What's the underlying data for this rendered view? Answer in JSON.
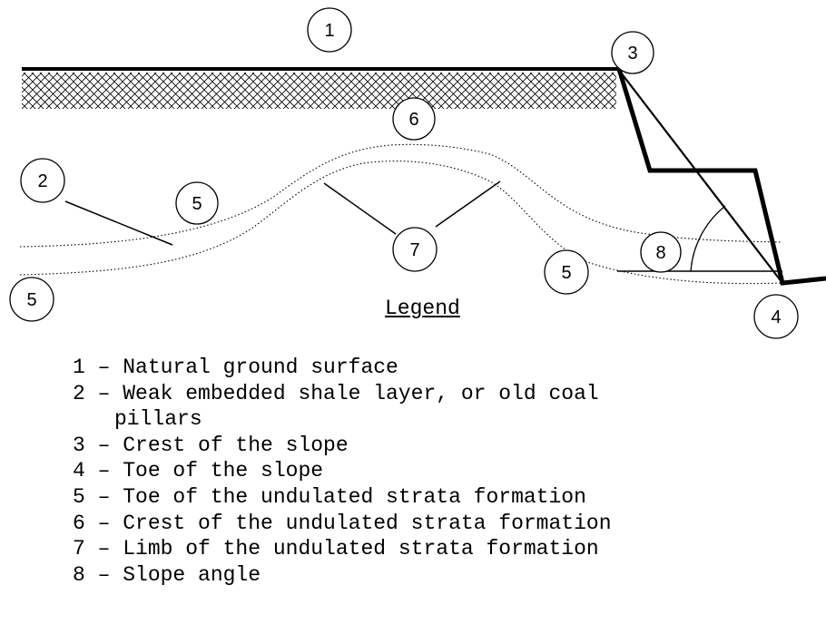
{
  "callouts": {
    "c1": "1",
    "c2": "2",
    "c3": "3",
    "c4": "4",
    "c5a": "5",
    "c5b": "5",
    "c5c": "5",
    "c6": "6",
    "c7": "7",
    "c8": "8"
  },
  "legend": {
    "title": "Legend",
    "items": [
      {
        "text": "1 – Natural ground surface"
      },
      {
        "text": "2 – Weak embedded shale layer, or old coal",
        "cont": "pillars"
      },
      {
        "text": "3 – Crest of the slope"
      },
      {
        "text": "4 – Toe of the slope"
      },
      {
        "text": "5 – Toe of the undulated strata formation"
      },
      {
        "text": "6 – Crest of the undulated strata formation"
      },
      {
        "text": "7 – Limb of the undulated strata formation"
      },
      {
        "text": "8 – Slope angle"
      }
    ]
  }
}
